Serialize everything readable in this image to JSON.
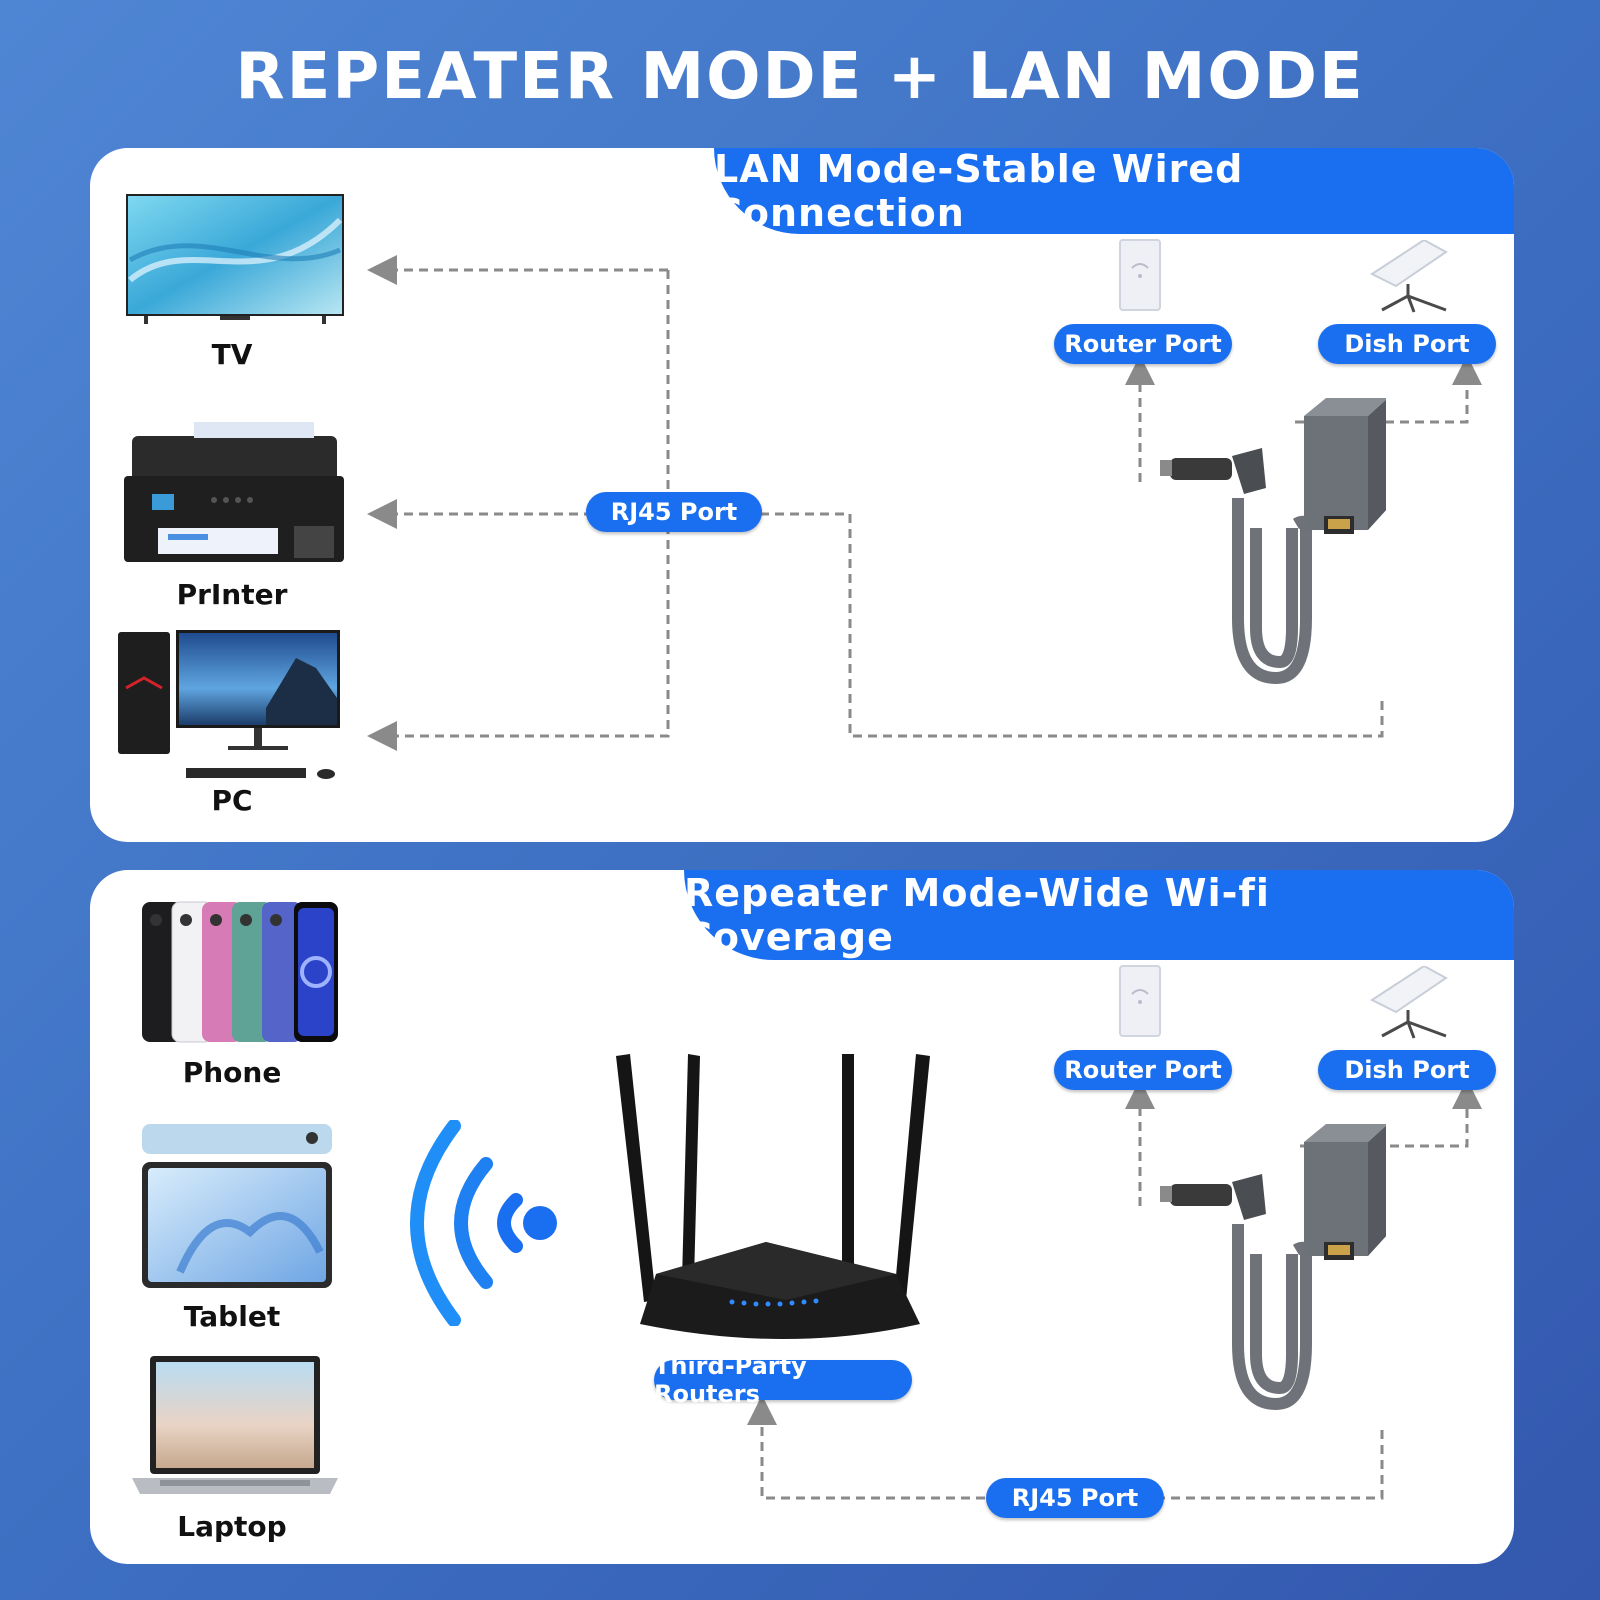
{
  "title": "REPEATER MODE + LAN MODE",
  "lan_panel": {
    "banner": "LAN Mode-Stable Wired Connection",
    "devices": [
      "TV",
      "PrInter",
      "PC"
    ],
    "router_port": "Router Port",
    "dish_port": "Dish Port",
    "rj45_port": "RJ45 Port"
  },
  "repeater_panel": {
    "banner": "Repeater Mode-Wide Wi-fi Coverage",
    "devices": [
      "Phone",
      "Tablet",
      "Laptop"
    ],
    "router_port": "Router Port",
    "dish_port": "Dish Port",
    "rj45_port": "RJ45 Port",
    "third_party": "Third-Party Routers"
  },
  "colors": {
    "accent": "#1a6ff0",
    "connector": "#8a8a8a"
  },
  "icons": [
    "tv-icon",
    "printer-icon",
    "pc-icon",
    "phone-icon",
    "tablet-icon",
    "laptop-icon",
    "wifi-icon",
    "router-icon",
    "wall-router-icon",
    "dish-icon",
    "ethernet-adapter-icon"
  ]
}
